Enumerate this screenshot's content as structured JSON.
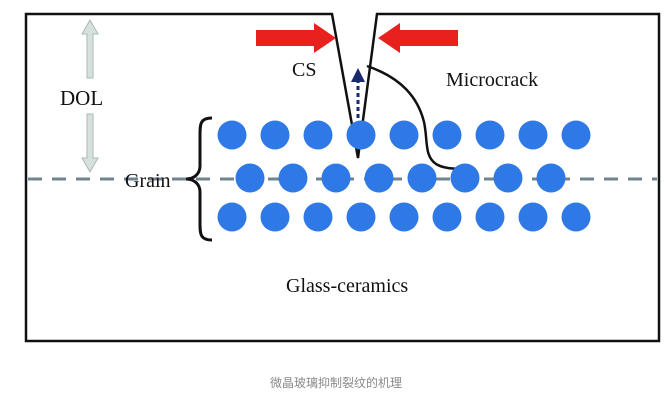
{
  "diagram": {
    "labels": {
      "dol": "DOL",
      "cs": "CS",
      "microcrack": "Microcrack",
      "grain": "Grain",
      "matrix": "Glass-ceramics"
    },
    "grain_rows": [
      9,
      8,
      9
    ],
    "colors": {
      "grain": "#2f79e6",
      "compressive_arrow": "#e8201e",
      "dol_arrow": "#b9c9c3",
      "dashed_line": "#6f8690",
      "crack_tip_arrow": "#1a2a6c",
      "outline": "#111111"
    }
  },
  "caption": "微晶玻璃抑制裂纹的机理"
}
